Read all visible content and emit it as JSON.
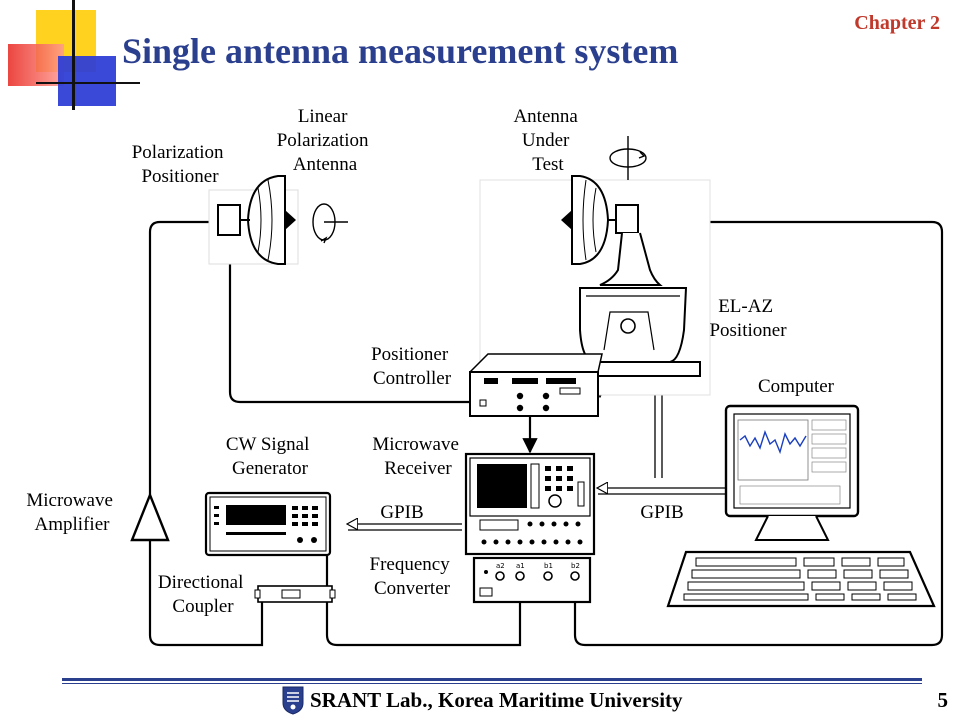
{
  "slide": {
    "title": "Single antenna measurement system",
    "chapter": "Chapter 2",
    "footer": "SRANT Lab., Korea Maritime University",
    "page_number": "5"
  },
  "diagram": {
    "labels": {
      "polarization_positioner": [
        "Polarization",
        "Positioner"
      ],
      "linear_polarization_antenna": [
        "Linear",
        "Polarization",
        "Antenna"
      ],
      "antenna_under_test": [
        "Antenna",
        "Under",
        "Test"
      ],
      "el_az_positioner": [
        "EL-AZ",
        "Positioner"
      ],
      "positioner_controller": [
        "Positioner",
        "Controller"
      ],
      "computer": "Computer",
      "cw_signal_generator": [
        "CW Signal",
        "Generator"
      ],
      "microwave_receiver": [
        "Microwave",
        "Receiver"
      ],
      "gpib_left": "GPIB",
      "gpib_right": "GPIB",
      "microwave_amplifier": [
        "Microwave",
        "Amplifier"
      ],
      "directional_coupler": [
        "Directional",
        "Coupler"
      ],
      "frequency_converter": [
        "Frequency",
        "Converter"
      ]
    },
    "converter_ports": [
      "a2",
      "a1",
      "b1",
      "b2"
    ]
  },
  "colors": {
    "title": "#2b3f8f",
    "chapter": "#c0392b",
    "deco_yellow": "#ffd21f",
    "deco_red": "#e8261f",
    "deco_blue": "#2f3fd6",
    "screen_plot": "#1a3fc0"
  }
}
